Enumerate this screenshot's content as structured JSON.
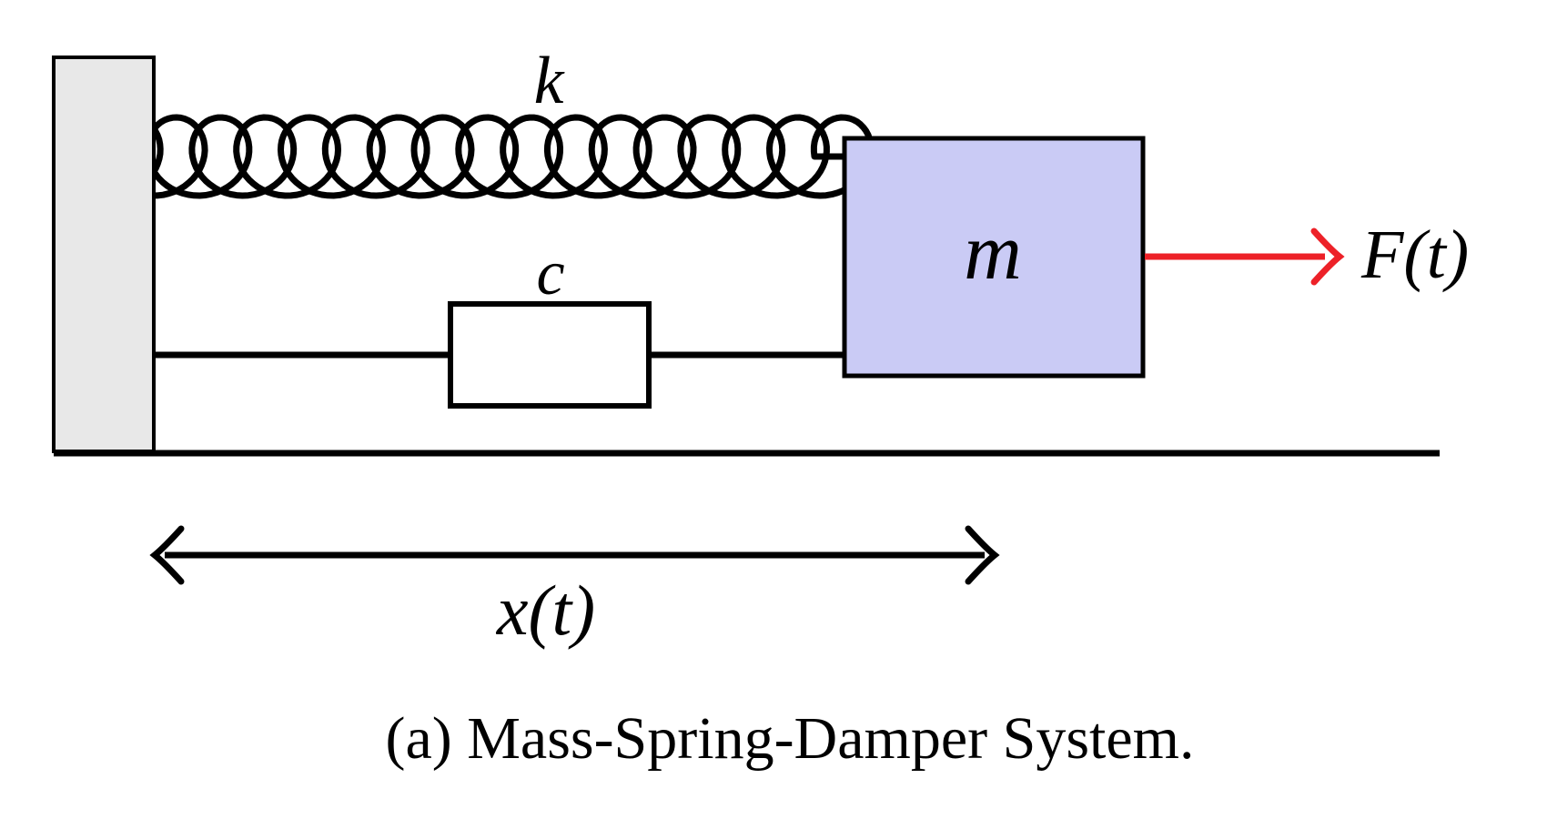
{
  "figure": {
    "caption": "(a) Mass-Spring-Damper System."
  },
  "components": {
    "wall": {
      "name": "fixed-wall-support"
    },
    "ground": {
      "name": "ground-surface"
    },
    "spring": {
      "label": "k",
      "coils": 17
    },
    "damper": {
      "label": "c"
    },
    "mass": {
      "label": "m"
    },
    "force_arrow": {
      "label": "F(t)",
      "direction": "right"
    },
    "displacement_arrow": {
      "label": "x(t)",
      "style": "double-headed"
    }
  },
  "colors": {
    "mass_fill": "#cacbf5",
    "wall_fill": "#e8e8e8",
    "damper_fill": "#ffffff",
    "force_red": "#ed2128",
    "ink": "#000000",
    "background": "#ffffff"
  }
}
